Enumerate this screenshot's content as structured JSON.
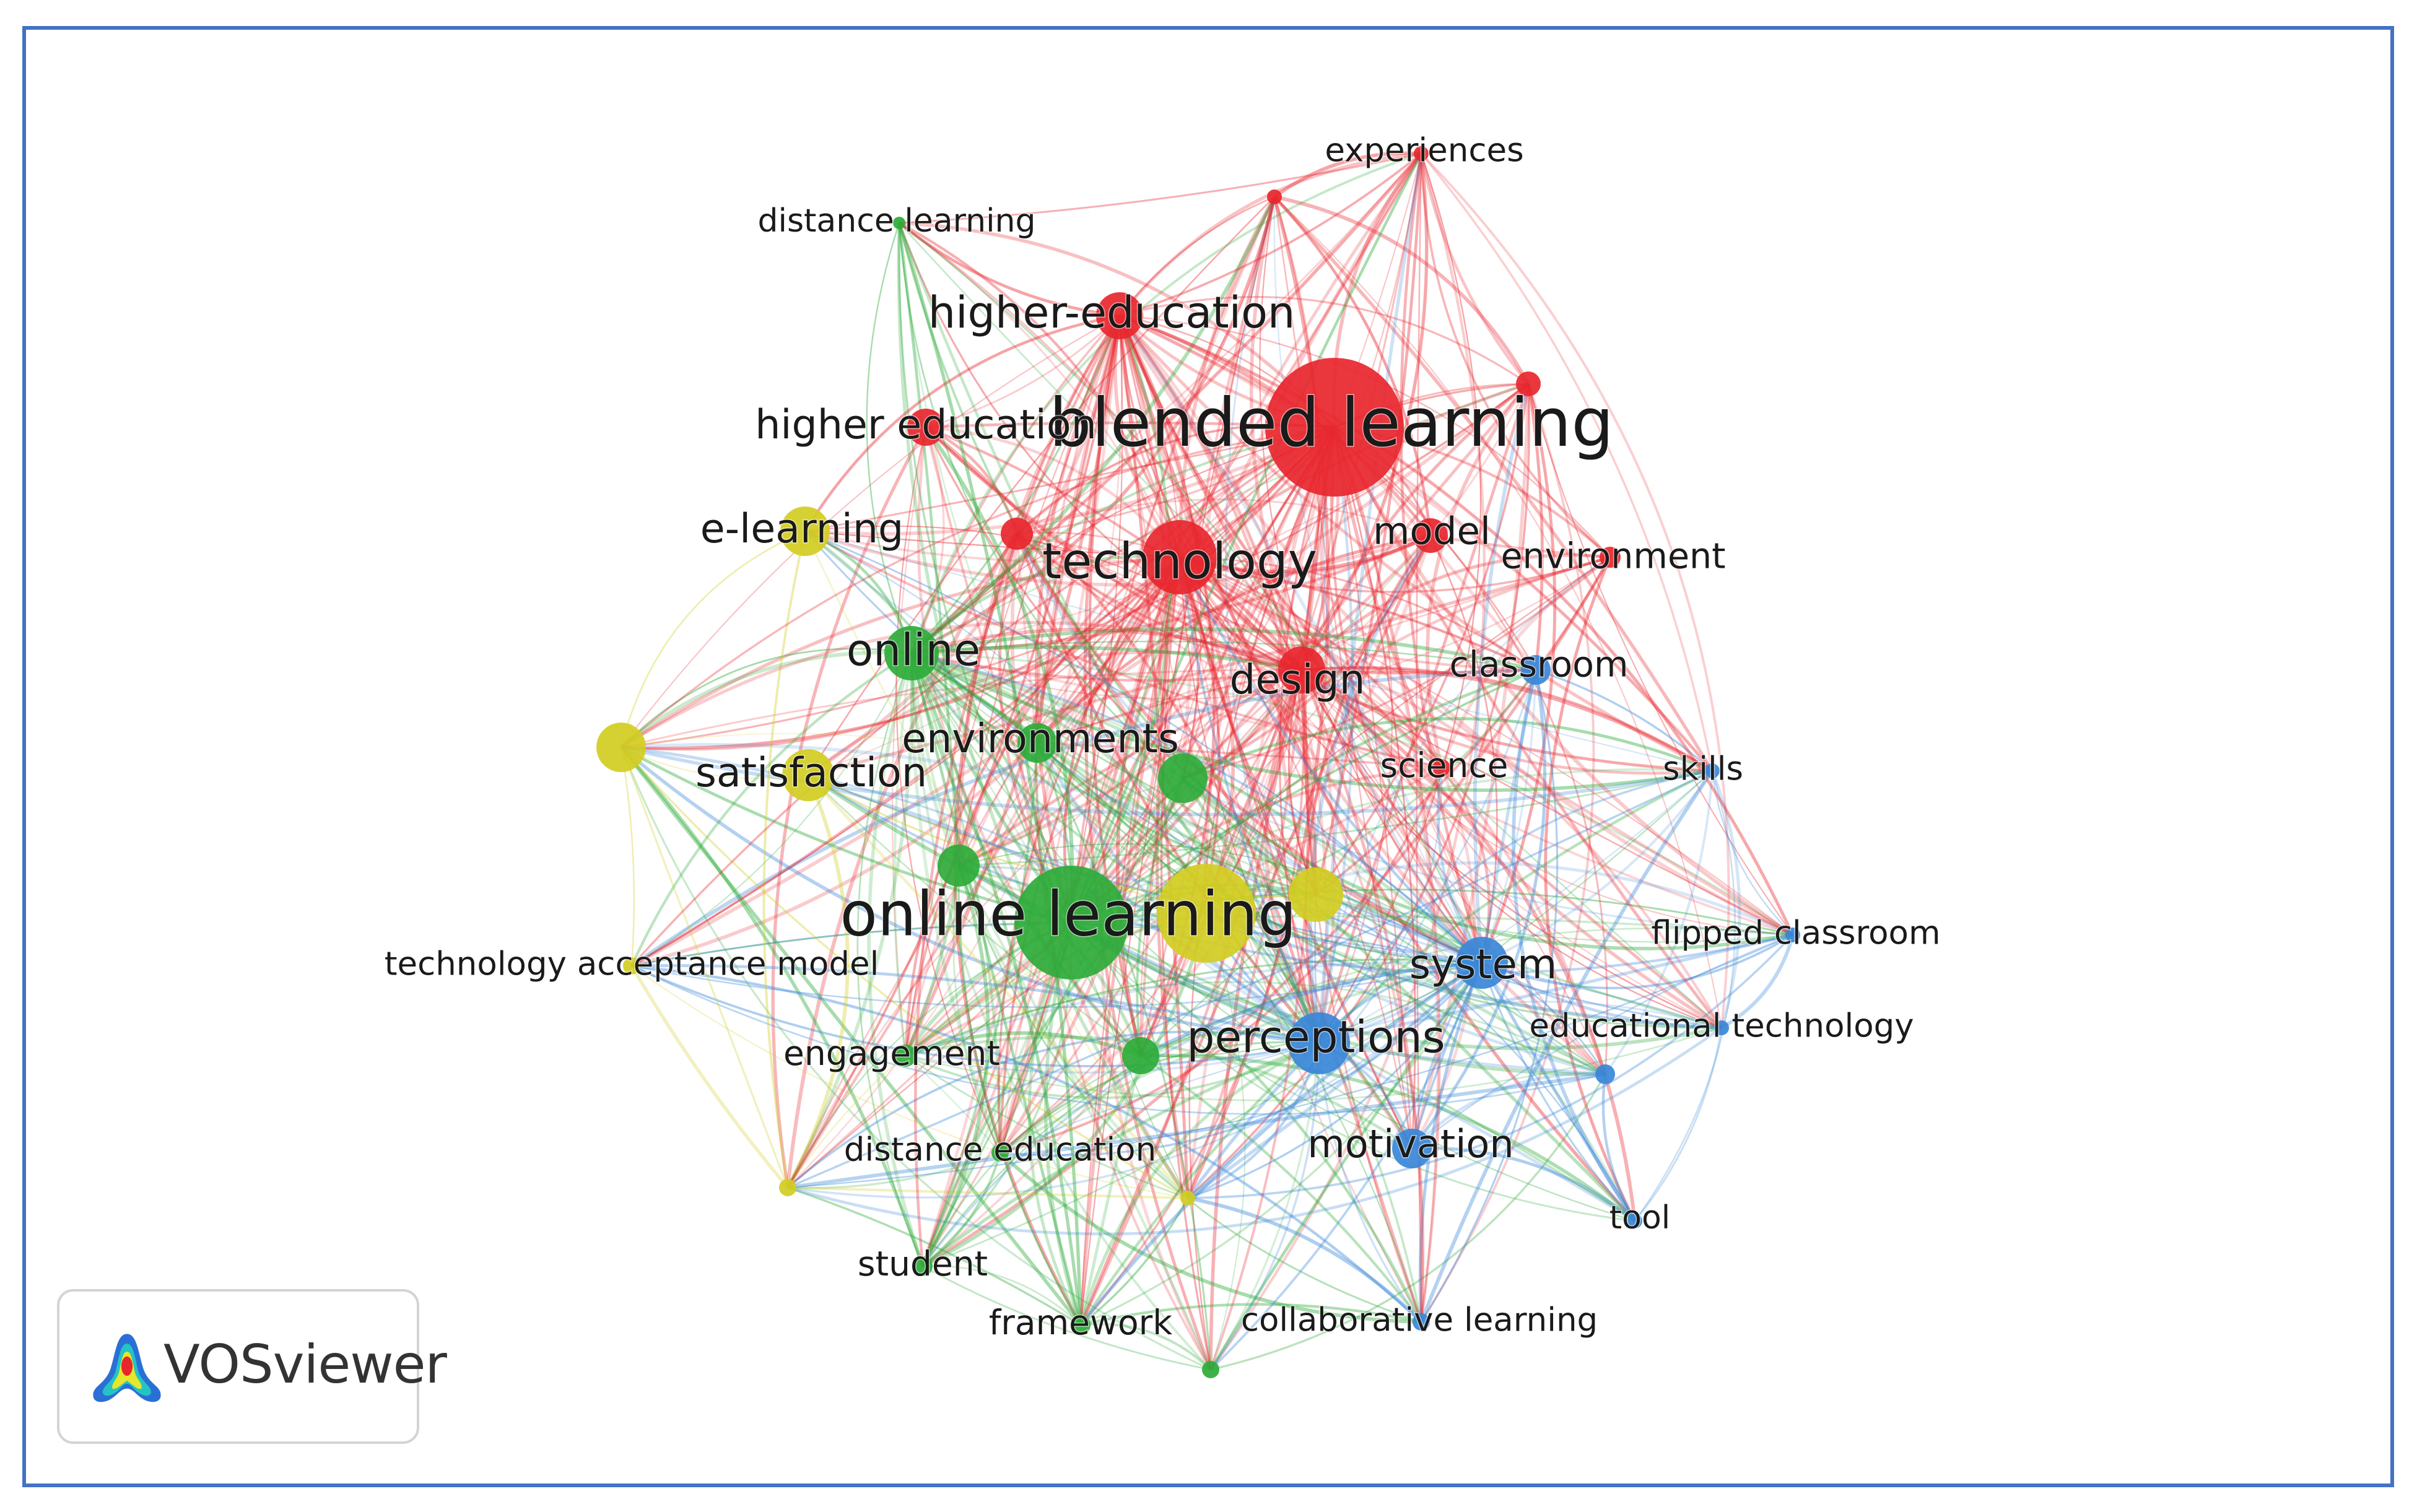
{
  "branding": {
    "app_name": "VOSviewer"
  },
  "clusters": {
    "red": "#e8262e",
    "green": "#2eab3a",
    "blue": "#3a87d8",
    "yellow": "#d3cd22"
  },
  "nodes": [
    {
      "id": "blended-learning",
      "label": "blended learning",
      "cluster": "red",
      "weight": 1.0
    },
    {
      "id": "technology",
      "label": "technology",
      "cluster": "red",
      "weight": 0.55
    },
    {
      "id": "higher-education-hyphen",
      "label": "higher-education",
      "cluster": "red",
      "weight": 0.38
    },
    {
      "id": "higher-education",
      "label": "higher education",
      "cluster": "red",
      "weight": 0.3
    },
    {
      "id": "design",
      "label": "design",
      "cluster": "red",
      "weight": 0.33
    },
    {
      "id": "model",
      "label": "model",
      "cluster": "red",
      "weight": 0.24
    },
    {
      "id": "environment",
      "label": "environment",
      "cluster": "red",
      "weight": 0.17
    },
    {
      "id": "experiences",
      "label": "experiences",
      "cluster": "red",
      "weight": 0.12
    },
    {
      "id": "science",
      "label": "science",
      "cluster": "red",
      "weight": 0.14
    },
    {
      "id": "red-unlabeled-1",
      "label": "",
      "cluster": "red",
      "weight": 0.11
    },
    {
      "id": "red-unlabeled-2",
      "label": "",
      "cluster": "red",
      "weight": 0.17
    },
    {
      "id": "red-unlabeled-3",
      "label": "",
      "cluster": "red",
      "weight": 0.2
    },
    {
      "id": "online-learning",
      "label": "online learning",
      "cluster": "green",
      "weight": 0.85
    },
    {
      "id": "online",
      "label": "online",
      "cluster": "green",
      "weight": 0.4
    },
    {
      "id": "environments",
      "label": "environments",
      "cluster": "green",
      "weight": 0.3
    },
    {
      "id": "engagement",
      "label": "engagement",
      "cluster": "green",
      "weight": 0.15
    },
    {
      "id": "distance-education",
      "label": "distance education",
      "cluster": "green",
      "weight": 0.12
    },
    {
      "id": "student",
      "label": "student",
      "cluster": "green",
      "weight": 0.14
    },
    {
      "id": "framework",
      "label": "framework",
      "cluster": "green",
      "weight": 0.15
    },
    {
      "id": "distance-learning",
      "label": "distance learning",
      "cluster": "green",
      "weight": 0.1
    },
    {
      "id": "green-unlabeled-1",
      "label": "",
      "cluster": "green",
      "weight": 0.3
    },
    {
      "id": "green-unlabeled-2",
      "label": "",
      "cluster": "green",
      "weight": 0.27
    },
    {
      "id": "green-unlabeled-3",
      "label": "",
      "cluster": "green",
      "weight": 0.22
    },
    {
      "id": "green-unlabeled-4",
      "label": "",
      "cluster": "green",
      "weight": 0.13
    },
    {
      "id": "perceptions",
      "label": "perceptions",
      "cluster": "blue",
      "weight": 0.4
    },
    {
      "id": "system",
      "label": "system",
      "cluster": "blue",
      "weight": 0.32
    },
    {
      "id": "motivation",
      "label": "motivation",
      "cluster": "blue",
      "weight": 0.25
    },
    {
      "id": "classroom",
      "label": "classroom",
      "cluster": "blue",
      "weight": 0.18
    },
    {
      "id": "skills",
      "label": "skills",
      "cluster": "blue",
      "weight": 0.11
    },
    {
      "id": "flipped-classroom",
      "label": "flipped classroom",
      "cluster": "blue",
      "weight": 0.11
    },
    {
      "id": "educational-technology",
      "label": "educational technology",
      "cluster": "blue",
      "weight": 0.11
    },
    {
      "id": "tool",
      "label": "tool",
      "cluster": "blue",
      "weight": 0.1
    },
    {
      "id": "collaborative-learning",
      "label": "collaborative learning",
      "cluster": "blue",
      "weight": 0.12
    },
    {
      "id": "blue-unlabeled-1",
      "label": "",
      "cluster": "blue",
      "weight": 0.12
    },
    {
      "id": "e-learning",
      "label": "e-learning",
      "cluster": "yellow",
      "weight": 0.3
    },
    {
      "id": "satisfaction",
      "label": "satisfaction",
      "cluster": "yellow",
      "weight": 0.3
    },
    {
      "id": "technology-acceptance-model",
      "label": "technology acceptance model",
      "cluster": "yellow",
      "weight": 0.12
    },
    {
      "id": "yellow-unlabeled-1",
      "label": "",
      "cluster": "yellow",
      "weight": 0.28
    },
    {
      "id": "yellow-unlabeled-2",
      "label": "",
      "cluster": "yellow",
      "weight": 0.5
    },
    {
      "id": "yellow-unlabeled-3",
      "label": "",
      "cluster": "yellow",
      "weight": 0.28
    },
    {
      "id": "yellow-unlabeled-4",
      "label": "",
      "cluster": "yellow",
      "weight": 0.1
    },
    {
      "id": "yellow-unlabeled-5",
      "label": "",
      "cluster": "yellow",
      "weight": 0.08
    }
  ]
}
